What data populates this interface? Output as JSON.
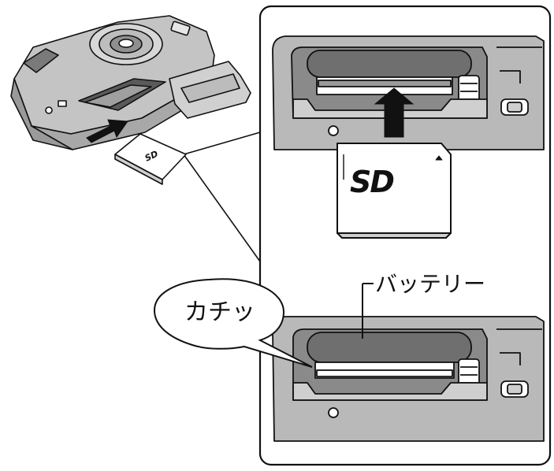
{
  "labels": {
    "battery": "バッテリー",
    "click_sound": "カチッ",
    "sd_logo": "SD"
  },
  "colors": {
    "line": "#111111",
    "body_gray": "#b9b9b9",
    "light_gray": "#cfcfcf",
    "dark_gray": "#6f6f6f",
    "mid_gray": "#8c8c8c",
    "white": "#ffffff"
  },
  "icons": {
    "insert_arrow": "up-arrow-icon",
    "camera_arrow": "right-arrow-icon"
  }
}
